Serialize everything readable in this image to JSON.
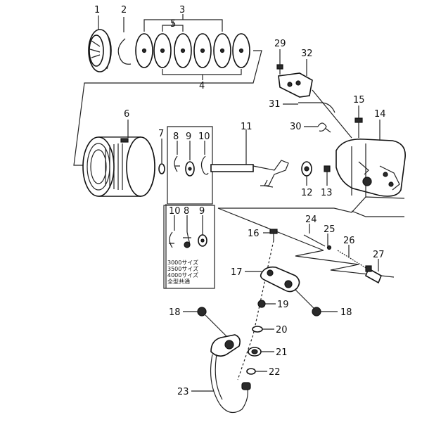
{
  "callouts": [
    {
      "id": "1",
      "label": "1"
    },
    {
      "id": "2",
      "label": "2"
    },
    {
      "id": "3",
      "label": "3"
    },
    {
      "id": "4",
      "label": "4"
    },
    {
      "id": "5",
      "label": "5"
    },
    {
      "id": "6",
      "label": "6"
    },
    {
      "id": "7",
      "label": "7"
    },
    {
      "id": "8",
      "label": "8"
    },
    {
      "id": "9",
      "label": "9"
    },
    {
      "id": "10",
      "label": "10"
    },
    {
      "id": "11",
      "label": "11"
    },
    {
      "id": "12",
      "label": "12"
    },
    {
      "id": "13",
      "label": "13"
    },
    {
      "id": "14",
      "label": "14"
    },
    {
      "id": "15",
      "label": "15"
    },
    {
      "id": "16",
      "label": "16"
    },
    {
      "id": "17",
      "label": "17"
    },
    {
      "id": "18a",
      "label": "18"
    },
    {
      "id": "18b",
      "label": "18"
    },
    {
      "id": "19",
      "label": "19"
    },
    {
      "id": "20",
      "label": "20"
    },
    {
      "id": "21",
      "label": "21"
    },
    {
      "id": "22",
      "label": "22"
    },
    {
      "id": "23",
      "label": "23"
    },
    {
      "id": "24",
      "label": "24"
    },
    {
      "id": "25",
      "label": "25"
    },
    {
      "id": "26",
      "label": "26"
    },
    {
      "id": "27",
      "label": "27"
    },
    {
      "id": "29",
      "label": "29"
    },
    {
      "id": "30",
      "label": "30"
    },
    {
      "id": "31",
      "label": "31"
    },
    {
      "id": "32",
      "label": "32"
    }
  ],
  "inset": {
    "labels": [
      "10",
      "8",
      "9"
    ],
    "notes": [
      "3000サイズ",
      "3500サイズ",
      "4000サイズ",
      "全型共通"
    ]
  }
}
